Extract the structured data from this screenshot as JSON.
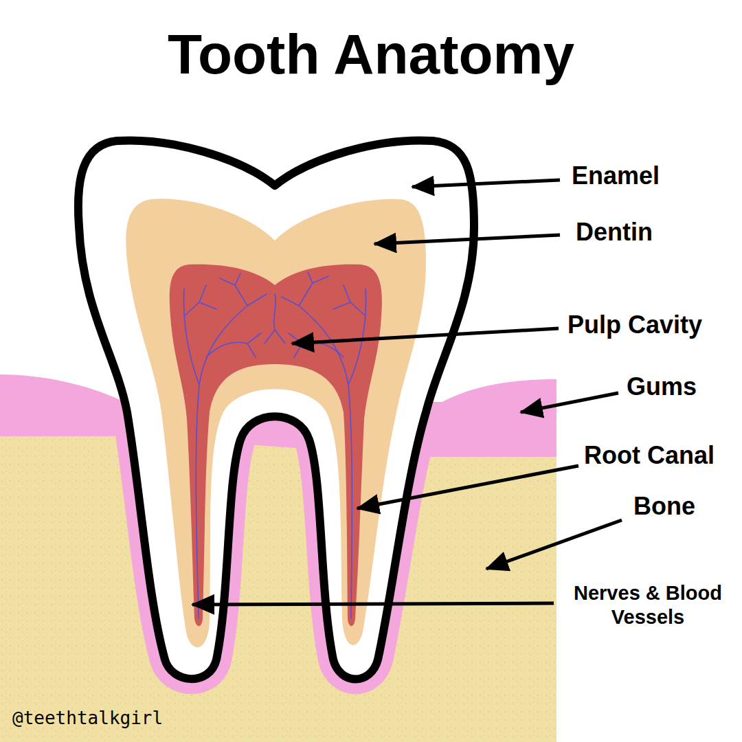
{
  "diagram": {
    "title": "Tooth Anatomy",
    "labels": [
      "Enamel",
      "Dentin",
      "Pulp Cavity",
      "Gums",
      "Root Canal",
      "Bone",
      "Nerves & Blood Vessels",
      "@teethtalkgirl"
    ]
  }
}
